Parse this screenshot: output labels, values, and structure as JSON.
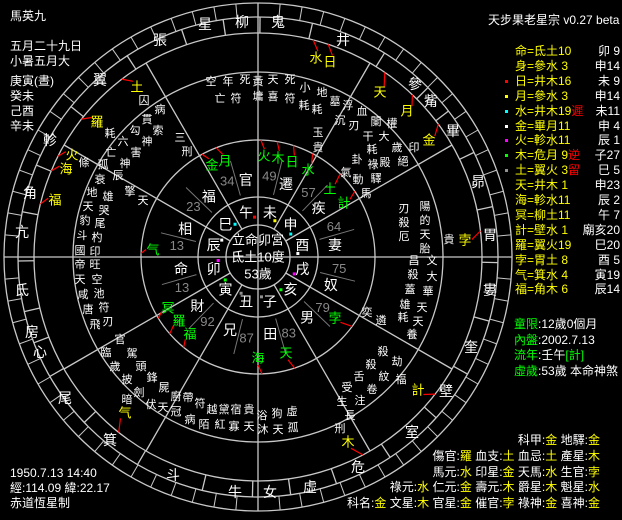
{
  "app_title": "天步果老星宗 v0.27 beta",
  "header": {
    "name": "馬英九",
    "lunar_date": "五月二十九日",
    "solar_term": "小暑五月大",
    "pillars": [
      "庚寅(晝)",
      "癸未",
      "己酉",
      "辛未"
    ]
  },
  "footer": {
    "datetime": "1950.7.13 14:40",
    "coords": "經:114.09 緯:22.17",
    "system": "赤道恆星制"
  },
  "colors": {
    "background": "#000000",
    "planet_outer": "#ffff00",
    "planet_inner": "#00ff00",
    "leader": "#ff0000",
    "lines": "#c8c8c8"
  },
  "planets": [
    {
      "label": "命=氐土10",
      "flag": "",
      "branch": "卯 9",
      "dot": ""
    },
    {
      "label": "身=參水 3",
      "flag": "",
      "branch": "申14",
      "dot": ""
    },
    {
      "label": "日=井木16",
      "flag": "",
      "branch": "未 9",
      "dot": "#ff0000"
    },
    {
      "label": "月=參水 3",
      "flag": "",
      "branch": "申14",
      "dot": "#ffff00"
    },
    {
      "label": "水=井木19",
      "flag": "遲",
      "branch": "未11",
      "dot": "#00ffff"
    },
    {
      "label": "金=畢月11",
      "flag": "",
      "branch": "申 4",
      "dot": "#ffffff"
    },
    {
      "label": "火=軫水11",
      "flag": "",
      "branch": "辰 1",
      "dot": "#ff00ff"
    },
    {
      "label": "木=危月 9",
      "flag": "逆",
      "branch": "子27",
      "dot": "#00ff00"
    },
    {
      "label": "土=翼火 3",
      "flag": "留",
      "branch": "巳 5",
      "dot": "#909090"
    },
    {
      "label": "天=井木 1",
      "flag": "",
      "branch": "申23",
      "dot": ""
    },
    {
      "label": "海=軫水11",
      "flag": "",
      "branch": "辰 2",
      "dot": ""
    },
    {
      "label": "冥=柳土11",
      "flag": "",
      "branch": "午 7",
      "dot": ""
    },
    {
      "label": "計=壁水 1",
      "flag": "",
      "branch": "廟亥20",
      "dot": ""
    },
    {
      "label": "羅=翼火19",
      "flag": "",
      "branch": "巳20",
      "dot": ""
    },
    {
      "label": "孛=胃土 8",
      "flag": "",
      "branch": "酉 5",
      "dot": ""
    },
    {
      "label": "气=箕水 4",
      "flag": "",
      "branch": "寅19",
      "dot": ""
    },
    {
      "label": "福=角木 6",
      "flag": "",
      "branch": "辰14",
      "dot": ""
    }
  ],
  "status": [
    {
      "key": "童限",
      "value": "12歲0個月",
      "extra": ""
    },
    {
      "key": "內盤",
      "value": "2002.7.13",
      "extra": ""
    },
    {
      "key": "流年",
      "value": "壬午",
      "extra": "[計]"
    },
    {
      "key": "虛歲",
      "value": "53歲 本命神煞",
      "extra": ""
    }
  ],
  "gods": [
    [
      {
        "k": "科甲",
        "v": "金"
      },
      {
        "k": "地驛",
        "v": "金"
      }
    ],
    [
      {
        "k": "傷官",
        "v": "羅"
      },
      {
        "k": "血支",
        "v": "土"
      },
      {
        "k": "血忌",
        "v": "土"
      },
      {
        "k": "產星",
        "v": "木"
      }
    ],
    [
      {
        "k": "馬元",
        "v": "水"
      },
      {
        "k": "印星",
        "v": "金"
      },
      {
        "k": "天馬",
        "v": "水"
      },
      {
        "k": "生官",
        "v": "孛"
      }
    ],
    [
      {
        "k": "祿元",
        "v": "水"
      },
      {
        "k": "仁元",
        "v": "金"
      },
      {
        "k": "壽元",
        "v": "木"
      },
      {
        "k": "爵星",
        "v": "木"
      },
      {
        "k": "魁星",
        "v": "水"
      }
    ],
    [
      {
        "k": "科名",
        "v": "金"
      },
      {
        "k": "文星",
        "v": "木"
      },
      {
        "k": "官星",
        "v": "金"
      },
      {
        "k": "催官",
        "v": "孛"
      },
      {
        "k": "祿神",
        "v": "金"
      },
      {
        "k": "喜神",
        "v": "金"
      }
    ]
  ],
  "chart": {
    "center": [
      "立命卯宮",
      "氐土10度",
      "53歲"
    ],
    "branches": [
      {
        "name": "酉",
        "dot": "#ffffff"
      },
      {
        "name": "申",
        "dot": "#00ffff"
      },
      {
        "name": "未",
        "dot": "#ffff00"
      },
      {
        "name": "午",
        "dot": "#ff0000"
      },
      {
        "name": "巳",
        "dot": "#00ffff"
      },
      {
        "name": "辰",
        "dot": "#ffffff"
      },
      {
        "name": "卯",
        "dot": "#ff00ff"
      },
      {
        "name": "寅",
        "dot": "#00ff00"
      },
      {
        "name": "丑",
        "dot": "#909090"
      },
      {
        "name": "子",
        "dot": "#909090"
      },
      {
        "name": "亥",
        "dot": "#00ff00"
      },
      {
        "name": "戌",
        "dot": "#ff00ff"
      }
    ],
    "palaces": [
      {
        "name": "妻",
        "age": "64"
      },
      {
        "name": "疾",
        "age": "57"
      },
      {
        "name": "遷",
        "age": "49"
      },
      {
        "name": "官",
        "age": "34"
      },
      {
        "name": "福",
        "age": "23"
      },
      {
        "name": "相",
        "age": "13"
      },
      {
        "name": "命",
        "age": "13"
      },
      {
        "name": "財",
        "age": "92"
      },
      {
        "name": "兄",
        "age": "87"
      },
      {
        "name": "田",
        "age": "83"
      },
      {
        "name": "男",
        "age": "79"
      },
      {
        "name": "奴",
        "age": "75"
      }
    ],
    "mansions": [
      "鬼",
      "柳",
      "星",
      "張",
      "翼",
      "軫",
      "角",
      "亢",
      "氐",
      "房",
      "心",
      "尾",
      "箕",
      "斗",
      "牛",
      "女",
      "虛",
      "危",
      "室",
      "壁",
      "奎",
      "婁",
      "胃",
      "昴",
      "畢",
      "觜",
      "參",
      "井"
    ],
    "outer_planets": [
      "水",
      "日",
      "天",
      "月",
      "金",
      "土",
      "羅",
      "火",
      "海",
      "福",
      "气",
      "木",
      "計",
      "孛"
    ],
    "inner_planets": [
      "金",
      "月",
      "火",
      "木",
      "日",
      "水",
      "土",
      "計",
      "孛",
      "天",
      "海",
      "冥",
      "羅",
      "福",
      "气"
    ],
    "stars": [
      "黃",
      "天",
      "死",
      "墉",
      "喜",
      "符",
      "小",
      "地",
      "耗",
      "耗",
      "墓",
      "空",
      "年",
      "死",
      "亡",
      "符",
      "玉",
      "貴",
      "浮",
      "沉",
      "血",
      "刃",
      "闌",
      "干",
      "大",
      "耗",
      "歲",
      "殿",
      "絕",
      "權",
      "印",
      "卦",
      "祿",
      "氣",
      "動",
      "驛",
      "馬",
      "陽",
      "刃",
      "的",
      "殺",
      "厄",
      "天",
      "胎",
      "貴",
      "昌",
      "文",
      "殺",
      "大",
      "蓋",
      "華",
      "雄",
      "天",
      "耗",
      "天",
      "養",
      "奕",
      "遴",
      "殺",
      "劫",
      "殺",
      "舌",
      "紋",
      "受",
      "卷",
      "注",
      "生",
      "長",
      "福",
      "浴",
      "狗",
      "虛",
      "沐",
      "天",
      "孤",
      "刑",
      "帶",
      "符",
      "越",
      "黛",
      "宿",
      "貴",
      "冠",
      "病",
      "陌",
      "紅",
      "寡",
      "天",
      "帝",
      "旺",
      "天",
      "空",
      "咸",
      "池",
      "唐",
      "符",
      "飛",
      "刃",
      "官",
      "臨",
      "駕",
      "歲",
      "頭",
      "披",
      "鋒",
      "劍",
      "屍",
      "伏",
      "廚",
      "天",
      "暗",
      "囚",
      "病",
      "貫",
      "索",
      "勾",
      "神",
      "六",
      "害",
      "亡",
      "神",
      "孤",
      "辰",
      "耗",
      "三",
      "刑",
      "條",
      "衰",
      "地",
      "雄",
      "天",
      "哭",
      "豹",
      "尾",
      "斗",
      "杓",
      "國",
      "印",
      "擎",
      "天"
    ]
  }
}
